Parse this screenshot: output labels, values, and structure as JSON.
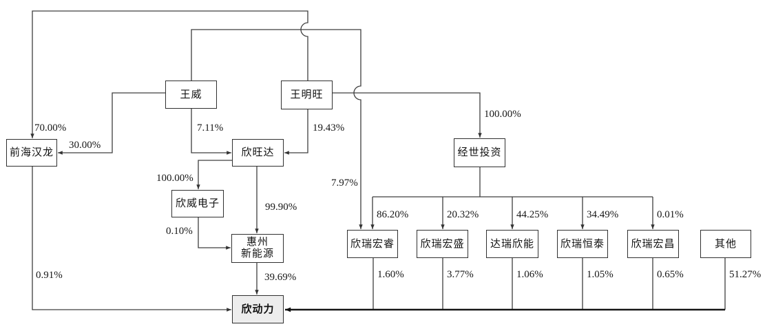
{
  "diagram_title": "",
  "colors": {
    "background": "#ffffff",
    "line": "#3d3d3d",
    "bottom_line": "#151515",
    "box_border": "#2f2f2f",
    "highlight_fill": "#ededed"
  },
  "nodes": {
    "qianhai_hanlong": {
      "label": "前海汉龙"
    },
    "wang_wei": {
      "label": "王威"
    },
    "wang_mingwang": {
      "label": "王明旺"
    },
    "xinwangda": {
      "label": "欣旺达"
    },
    "xinwei_dianzi": {
      "label": "欣威电子"
    },
    "huizhou_xinnengyuan": {
      "label": "惠州新能源",
      "line1": "惠州",
      "line2": "新能源"
    },
    "jingshi_touzi": {
      "label": "经世投资"
    },
    "xinrui_hongrui": {
      "label": "欣瑞宏睿"
    },
    "xinrui_hongsheng": {
      "label": "欣瑞宏盛"
    },
    "darui_xinneng": {
      "label": "达瑞欣能"
    },
    "xinrui_hengtai": {
      "label": "欣瑞恒泰"
    },
    "xinrui_hongchang": {
      "label": "欣瑞宏昌"
    },
    "qita": {
      "label": "其他"
    },
    "xindongli": {
      "label": "欣动力"
    }
  },
  "edges": {
    "e70": {
      "from": "王明旺",
      "to": "前海汉龙",
      "label": "70.00%"
    },
    "e30": {
      "from": "王威",
      "to": "前海汉龙",
      "label": "30.00%"
    },
    "e711": {
      "from": "王威",
      "to": "欣旺达",
      "label": "7.11%"
    },
    "e1943": {
      "from": "王明旺",
      "to": "欣旺达",
      "label": "19.43%"
    },
    "e797": {
      "from": "王威",
      "to": "欣瑞宏睿",
      "label": "7.97%"
    },
    "e100j": {
      "from": "王明旺",
      "to": "经世投资",
      "label": "100.00%"
    },
    "e100x": {
      "from": "欣旺达",
      "to": "欣威电子",
      "label": "100.00%"
    },
    "e9990": {
      "from": "欣旺达",
      "to": "惠州新能源",
      "label": "99.90%"
    },
    "e010": {
      "from": "欣威电子",
      "to": "惠州新能源",
      "label": "0.10%"
    },
    "e3969": {
      "from": "惠州新能源",
      "to": "欣动力",
      "label": "39.69%"
    },
    "e091": {
      "from": "前海汉龙",
      "to": "欣动力",
      "label": "0.91%"
    },
    "e8620": {
      "from": "经世投资",
      "to": "欣瑞宏睿",
      "label": "86.20%"
    },
    "e2032": {
      "from": "经世投资",
      "to": "欣瑞宏盛",
      "label": "20.32%"
    },
    "e4425": {
      "from": "经世投资",
      "to": "达瑞欣能",
      "label": "44.25%"
    },
    "e3449": {
      "from": "经世投资",
      "to": "欣瑞恒泰",
      "label": "34.49%"
    },
    "e001": {
      "from": "经世投资",
      "to": "欣瑞宏昌",
      "label": "0.01%"
    },
    "e160": {
      "from": "欣瑞宏睿",
      "to": "欣动力",
      "label": "1.60%"
    },
    "e377": {
      "from": "欣瑞宏盛",
      "to": "欣动力",
      "label": "3.77%"
    },
    "e106": {
      "from": "达瑞欣能",
      "to": "欣动力",
      "label": "1.06%"
    },
    "e105": {
      "from": "欣瑞恒泰",
      "to": "欣动力",
      "label": "1.05%"
    },
    "e065": {
      "from": "欣瑞宏昌",
      "to": "欣动力",
      "label": "0.65%"
    },
    "e5127": {
      "from": "其他",
      "to": "欣动力",
      "label": "51.27%"
    }
  }
}
